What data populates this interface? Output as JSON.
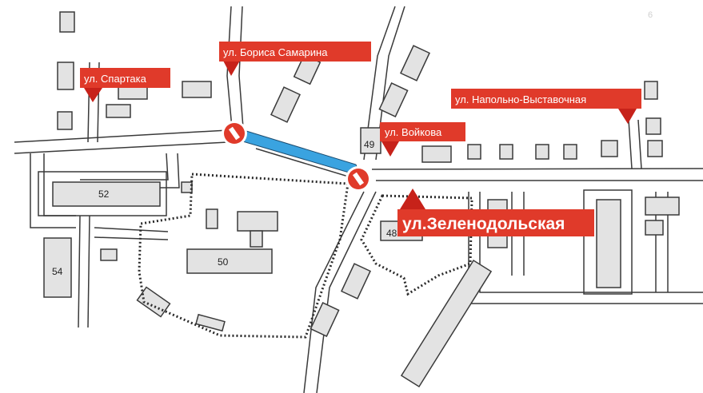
{
  "colors": {
    "label_bg": "#e03a2a",
    "marker_red": "#c7221a",
    "closed_segment": "#3aa3e0",
    "building_fill": "#e3e3e3",
    "outline": "#3a3a3a"
  },
  "corner_number": "6",
  "streets": {
    "spartaka": "ул. Спартака",
    "samarina": "ул. Бориса Самарина",
    "voikova": "ул. Войкова",
    "napolno": "ул. Напольно-Выставочная",
    "zelenodolskaya": "ул.Зеленодольская"
  },
  "house_numbers": {
    "h49": "49",
    "h52": "52",
    "h54": "54",
    "h50": "50",
    "h48": "48"
  },
  "icons": [
    "no-entry-icon",
    "map-pin-icon"
  ]
}
